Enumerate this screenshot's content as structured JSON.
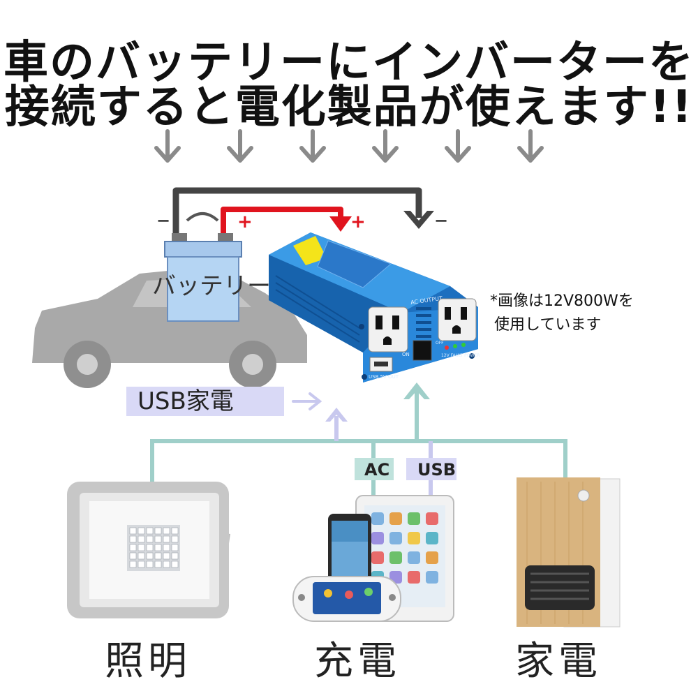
{
  "headline": {
    "line1": "車のバッテリーにインバーターを",
    "line2": "接続すると電化製品が使えます!!"
  },
  "battery": {
    "label": "バッテリー",
    "minus_sign": "−",
    "plus_sign": "+"
  },
  "inverter": {
    "minus_sign": "−",
    "plus_sign": "+",
    "panel_ac_output": "AC OUTPUT",
    "panel_usb_out": "USB 5V OUT",
    "panel_on": "ON",
    "panel_off": "OFF",
    "panel_status": "12V FAULT POWER"
  },
  "note": {
    "line1": "*画像は12V800Wを",
    "line2": "使用しています"
  },
  "usb_appliance_label": "USB家電",
  "ac_tag": "AC",
  "usb_tag": "USB",
  "devices": {
    "lighting": "照明",
    "charging": "充電",
    "appliance": "家電"
  },
  "colors": {
    "ac_line": "#9fcfc9",
    "usb_line": "#c8c8ee",
    "arrow_gray": "#8a8a8a",
    "wire_dark": "#444444",
    "wire_red": "#e0141e",
    "inverter_blue": "#1f86d8",
    "tag_ac_bg": "#bfe2dc",
    "tag_usb_bg": "#d9d9f6"
  },
  "icons": [
    "down-arrow-icon",
    "car-silhouette-icon",
    "battery-icon",
    "inverter-icon",
    "floodlight-icon",
    "smartphone-icon",
    "tablet-icon",
    "game-console-icon",
    "fan-heater-icon"
  ]
}
